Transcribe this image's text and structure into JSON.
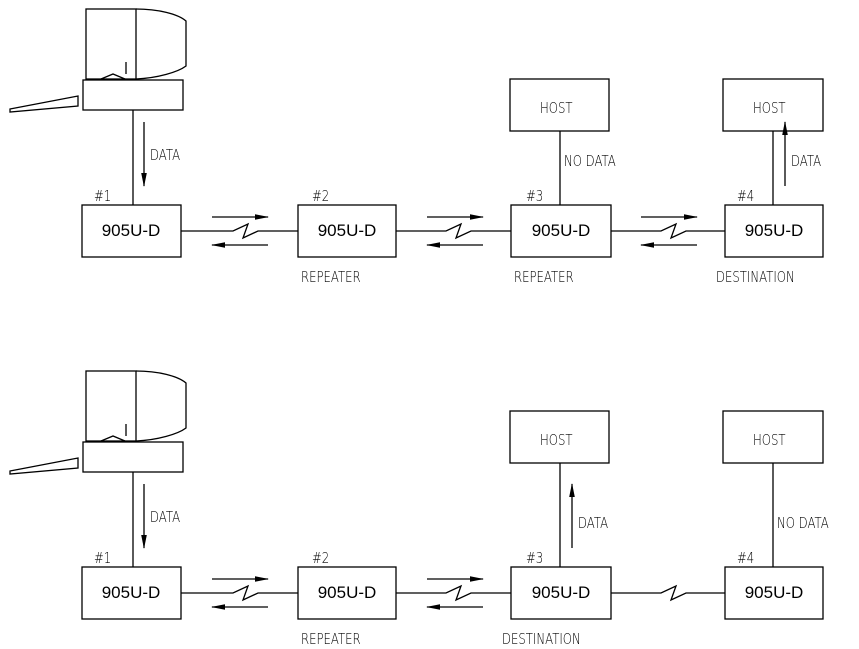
{
  "diagram": {
    "rows": [
      {
        "units": [
          {
            "id": "#1",
            "label": "905U-D",
            "role": ""
          },
          {
            "id": "#2",
            "label": "905U-D",
            "role": "REPEATER"
          },
          {
            "id": "#3",
            "label": "905U-D",
            "role": "REPEATER"
          },
          {
            "id": "#4",
            "label": "905U-D",
            "role": "DESTINATION"
          }
        ],
        "computer_data": "DATA",
        "hosts": [
          {
            "label": "HOST",
            "flow": "NO DATA"
          },
          {
            "label": "HOST",
            "flow": "DATA"
          }
        ]
      },
      {
        "units": [
          {
            "id": "#1",
            "label": "905U-D",
            "role": ""
          },
          {
            "id": "#2",
            "label": "905U-D",
            "role": "REPEATER"
          },
          {
            "id": "#3",
            "label": "905U-D",
            "role": "DESTINATION"
          },
          {
            "id": "#4",
            "label": "905U-D",
            "role": ""
          }
        ],
        "computer_data": "DATA",
        "hosts": [
          {
            "label": "HOST",
            "flow": "DATA"
          },
          {
            "label": "HOST",
            "flow": "NO DATA"
          }
        ]
      }
    ]
  }
}
